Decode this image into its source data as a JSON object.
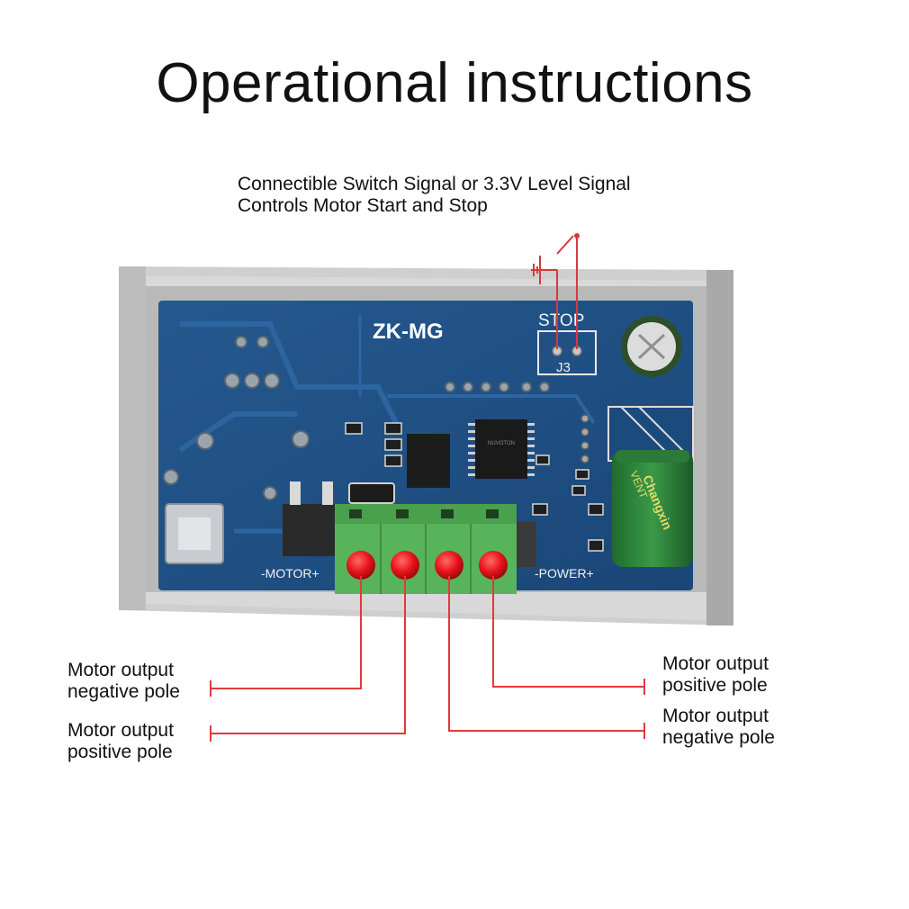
{
  "title": "Operational instructions",
  "signal_note": {
    "line1": "Connectible Switch Signal or 3.3V Level Signal",
    "line2": "Controls Motor Start and Stop"
  },
  "board": {
    "model": "ZK-MG",
    "stop_label": "STOP",
    "jumper_label": "J3",
    "motor_silk": "-MOTOR+",
    "power_silk": "-POWER+",
    "cap_brand": "Changxin",
    "cap_text": "VENT",
    "chip_marking": "NUVOTON"
  },
  "labels": {
    "left_top": {
      "line1": "Motor output",
      "line2": "negative pole"
    },
    "left_bottom": {
      "line1": "Motor output",
      "line2": "positive pole"
    },
    "right_top": {
      "line1": "Motor output",
      "line2": "positive pole"
    },
    "right_bottom": {
      "line1": "Motor output",
      "line2": "negative pole"
    }
  },
  "colors": {
    "pcb": "#1f4f86",
    "terminal": "#5cb85c",
    "dot": "#e8121a",
    "leader": "#e03a3a",
    "enclosure": "#c9c9c9"
  }
}
